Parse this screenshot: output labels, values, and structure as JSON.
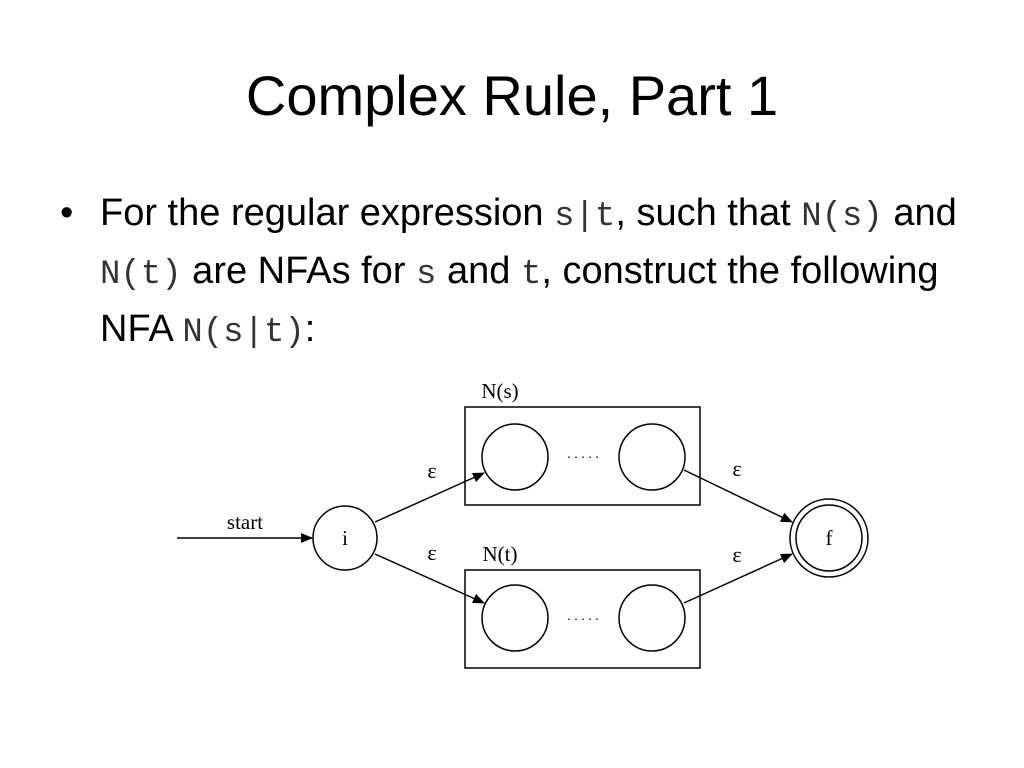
{
  "slide": {
    "title": "Complex Rule, Part 1"
  },
  "bullet": {
    "marker": "•",
    "t1": "For the regular expression ",
    "c1": "s|t",
    "t2": ", such that ",
    "c2": "N(s)",
    "t3": " and ",
    "c3": "N(t)",
    "t4": " are NFAs for ",
    "c4": "s",
    "t5": " and ",
    "c5": "t",
    "t6": ", construct the following NFA ",
    "c6": "N(s|t)",
    "t7": ":"
  },
  "diagram": {
    "start_label": "start",
    "initial_state": "i",
    "final_state": "f",
    "upper_box_label": "N(s)",
    "lower_box_label": "N(t)",
    "epsilon_upper_in": "ε",
    "epsilon_lower_in": "ε",
    "epsilon_upper_out": "ε",
    "epsilon_lower_out": "ε",
    "upper_dots": ". . . . .",
    "lower_dots": ". . . . ."
  }
}
